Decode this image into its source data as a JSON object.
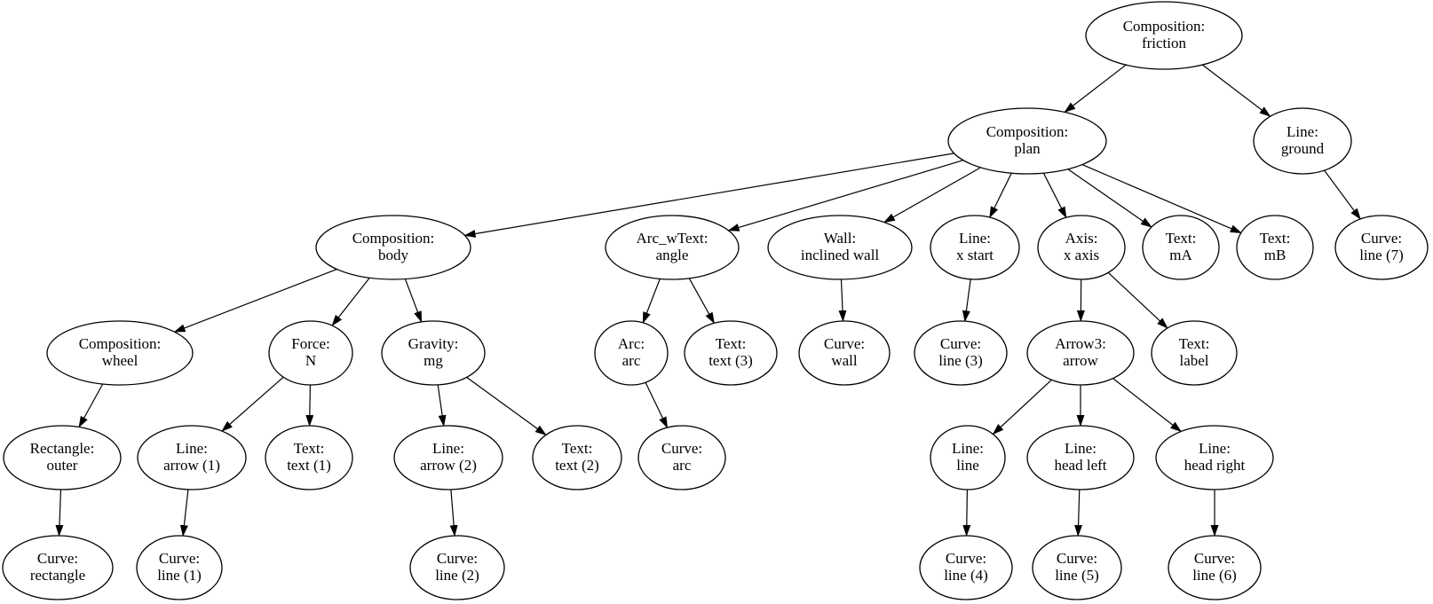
{
  "diagram": {
    "type": "graph-tree",
    "orientation": "top-down",
    "background_color": "#ffffff",
    "node_fill_color": "#ffffff",
    "node_stroke_color": "#000000",
    "edge_color": "#000000",
    "nodes": [
      {
        "id": "friction",
        "line1": "Composition:",
        "line2": "friction"
      },
      {
        "id": "plan",
        "line1": "Composition:",
        "line2": "plan"
      },
      {
        "id": "ground",
        "line1": "Line:",
        "line2": "ground"
      },
      {
        "id": "body",
        "line1": "Composition:",
        "line2": "body"
      },
      {
        "id": "angle",
        "line1": "Arc_wText:",
        "line2": "angle"
      },
      {
        "id": "wall",
        "line1": "Wall:",
        "line2": "inclined wall"
      },
      {
        "id": "xstart",
        "line1": "Line:",
        "line2": "x start"
      },
      {
        "id": "xaxis",
        "line1": "Axis:",
        "line2": "x axis"
      },
      {
        "id": "mA",
        "line1": "Text:",
        "line2": "mA"
      },
      {
        "id": "mB",
        "line1": "Text:",
        "line2": "mB"
      },
      {
        "id": "line7",
        "line1": "Curve:",
        "line2": "line (7)"
      },
      {
        "id": "wheel",
        "line1": "Composition:",
        "line2": "wheel"
      },
      {
        "id": "forceN",
        "line1": "Force:",
        "line2": "N"
      },
      {
        "id": "gravity",
        "line1": "Gravity:",
        "line2": "mg"
      },
      {
        "id": "arc",
        "line1": "Arc:",
        "line2": "arc"
      },
      {
        "id": "text3",
        "line1": "Text:",
        "line2": "text (3)"
      },
      {
        "id": "curvewall",
        "line1": "Curve:",
        "line2": "wall"
      },
      {
        "id": "line3",
        "line1": "Curve:",
        "line2": "line (3)"
      },
      {
        "id": "arrow3",
        "line1": "Arrow3:",
        "line2": "arrow"
      },
      {
        "id": "label",
        "line1": "Text:",
        "line2": "label"
      },
      {
        "id": "outer",
        "line1": "Rectangle:",
        "line2": "outer"
      },
      {
        "id": "arrow1",
        "line1": "Line:",
        "line2": "arrow (1)"
      },
      {
        "id": "text1",
        "line1": "Text:",
        "line2": "text (1)"
      },
      {
        "id": "arrow2",
        "line1": "Line:",
        "line2": "arrow (2)"
      },
      {
        "id": "text2",
        "line1": "Text:",
        "line2": "text (2)"
      },
      {
        "id": "curvearc",
        "line1": "Curve:",
        "line2": "arc"
      },
      {
        "id": "lineline",
        "line1": "Line:",
        "line2": "line"
      },
      {
        "id": "headleft",
        "line1": "Line:",
        "line2": "head left"
      },
      {
        "id": "headright",
        "line1": "Line:",
        "line2": "head right"
      },
      {
        "id": "curverect",
        "line1": "Curve:",
        "line2": "rectangle"
      },
      {
        "id": "line1",
        "line1": "Curve:",
        "line2": "line (1)"
      },
      {
        "id": "line2",
        "line1": "Curve:",
        "line2": "line (2)"
      },
      {
        "id": "line4",
        "line1": "Curve:",
        "line2": "line (4)"
      },
      {
        "id": "line5",
        "line1": "Curve:",
        "line2": "line (5)"
      },
      {
        "id": "line6",
        "line1": "Curve:",
        "line2": "line (6)"
      }
    ],
    "edges": [
      {
        "from": "friction",
        "to": "plan"
      },
      {
        "from": "friction",
        "to": "ground"
      },
      {
        "from": "plan",
        "to": "body"
      },
      {
        "from": "plan",
        "to": "angle"
      },
      {
        "from": "plan",
        "to": "wall"
      },
      {
        "from": "plan",
        "to": "xstart"
      },
      {
        "from": "plan",
        "to": "xaxis"
      },
      {
        "from": "plan",
        "to": "mA"
      },
      {
        "from": "plan",
        "to": "mB"
      },
      {
        "from": "ground",
        "to": "line7"
      },
      {
        "from": "body",
        "to": "wheel"
      },
      {
        "from": "body",
        "to": "forceN"
      },
      {
        "from": "body",
        "to": "gravity"
      },
      {
        "from": "angle",
        "to": "arc"
      },
      {
        "from": "angle",
        "to": "text3"
      },
      {
        "from": "wall",
        "to": "curvewall"
      },
      {
        "from": "xstart",
        "to": "line3"
      },
      {
        "from": "xaxis",
        "to": "arrow3"
      },
      {
        "from": "xaxis",
        "to": "label"
      },
      {
        "from": "wheel",
        "to": "outer"
      },
      {
        "from": "forceN",
        "to": "arrow1"
      },
      {
        "from": "forceN",
        "to": "text1"
      },
      {
        "from": "gravity",
        "to": "arrow2"
      },
      {
        "from": "gravity",
        "to": "text2"
      },
      {
        "from": "arc",
        "to": "curvearc"
      },
      {
        "from": "outer",
        "to": "curverect"
      },
      {
        "from": "arrow1",
        "to": "line1"
      },
      {
        "from": "arrow2",
        "to": "line2"
      },
      {
        "from": "arrow3",
        "to": "lineline"
      },
      {
        "from": "arrow3",
        "to": "headleft"
      },
      {
        "from": "arrow3",
        "to": "headright"
      },
      {
        "from": "lineline",
        "to": "line4"
      },
      {
        "from": "headleft",
        "to": "line5"
      },
      {
        "from": "headright",
        "to": "line6"
      }
    ]
  }
}
